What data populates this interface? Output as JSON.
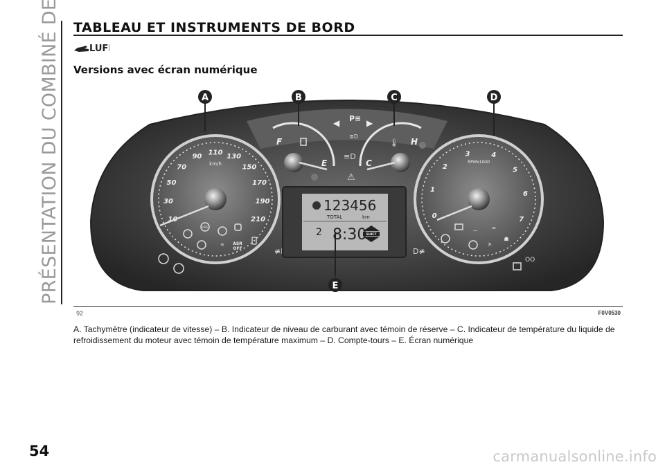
{
  "sidebar": {
    "text": "PRÉSENTATION DU COMBINÉ DE BORD"
  },
  "header": {
    "title": "TABLEAU ET INSTRUMENTS DE BORD",
    "logo_text": "LUFI"
  },
  "section": {
    "title": "Versions avec écran numérique"
  },
  "figure": {
    "callouts": [
      "A",
      "B",
      "C",
      "D",
      "E"
    ],
    "speedometer": {
      "unit": "km/h",
      "ticks": [
        "10",
        "30",
        "50",
        "70",
        "90",
        "110",
        "130",
        "150",
        "170",
        "190",
        "210"
      ]
    },
    "fuel": {
      "full": "F",
      "empty": "E"
    },
    "temperature": {
      "hot": "H",
      "cold": "C"
    },
    "tachometer": {
      "unit": "RPMx1000",
      "ticks": [
        "0",
        "1",
        "2",
        "3",
        "4",
        "5",
        "6",
        "7"
      ]
    },
    "display": {
      "odometer": "123456",
      "odometer_label": "TOTAL",
      "odometer_unit": "km",
      "gear": "2",
      "time": "8:30",
      "shift": "SHIFT"
    },
    "warnings": {
      "asr": "ASR",
      "asr_off": "OFF",
      "abs": "ABS"
    },
    "number": "92",
    "code": "F0V0530"
  },
  "caption": "A. Tachymètre (indicateur de vitesse) – B. Indicateur de niveau de carburant avec témoin de réserve – C. Indicateur de température du liquide de refroidissement du moteur avec témoin de température maximum – D. Compte-tours – E. Écran numérique",
  "page": {
    "number": "54"
  },
  "watermark": "carmanualsonline.info"
}
